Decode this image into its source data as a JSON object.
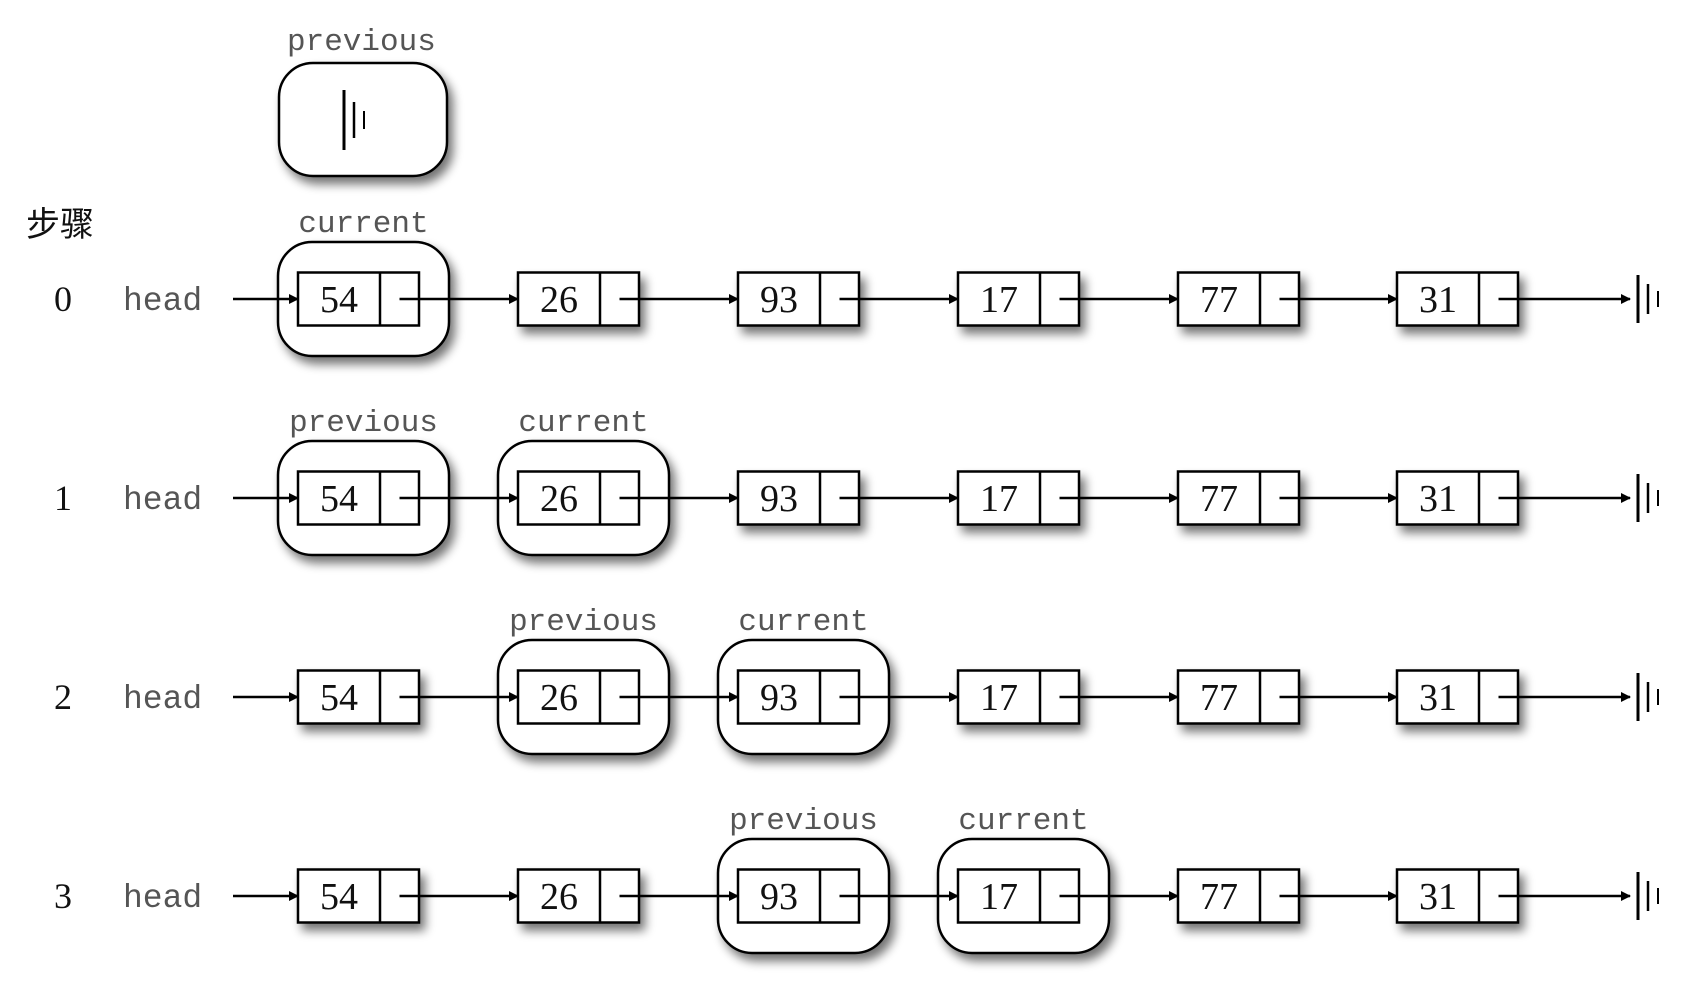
{
  "steps_heading": "步骤",
  "head_label": "head",
  "previous_label": "previous",
  "current_label": "current",
  "null_symbol_name": "ground-null-icon",
  "nodes": [
    "54",
    "26",
    "93",
    "17",
    "77",
    "31"
  ],
  "initial": {
    "previous": "None"
  },
  "steps": [
    {
      "number": "0",
      "previous": null,
      "current": 0
    },
    {
      "number": "1",
      "previous": 0,
      "current": 1
    },
    {
      "number": "2",
      "previous": 1,
      "current": 2
    },
    {
      "number": "3",
      "previous": 2,
      "current": 3
    }
  ]
}
